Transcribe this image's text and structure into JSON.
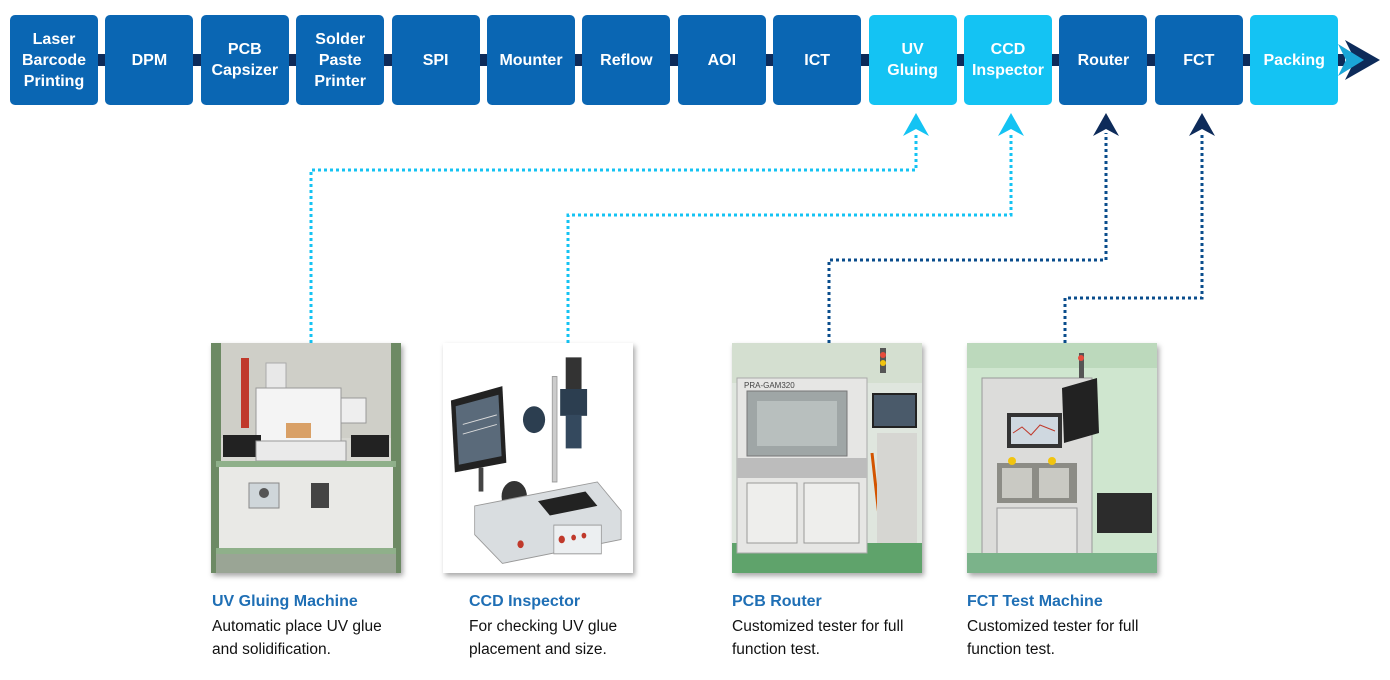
{
  "colors": {
    "dark": "#0a66b3",
    "light": "#14c3f3",
    "arrow_bar": "#0d2b5a"
  },
  "steps": [
    {
      "label": "Laser\nBarcode\nPrinting",
      "tone": "dark"
    },
    {
      "label": "DPM",
      "tone": "dark"
    },
    {
      "label": "PCB\nCapsizer",
      "tone": "dark"
    },
    {
      "label": "Solder\nPaste\nPrinter",
      "tone": "dark"
    },
    {
      "label": "SPI",
      "tone": "dark"
    },
    {
      "label": "Mounter",
      "tone": "dark"
    },
    {
      "label": "Reflow",
      "tone": "dark"
    },
    {
      "label": "AOI",
      "tone": "dark"
    },
    {
      "label": "ICT",
      "tone": "dark"
    },
    {
      "label": "UV\nGluing",
      "tone": "light"
    },
    {
      "label": "CCD\nInspector",
      "tone": "light"
    },
    {
      "label": "Router",
      "tone": "dark"
    },
    {
      "label": "FCT",
      "tone": "dark"
    },
    {
      "label": "Packing",
      "tone": "light"
    }
  ],
  "machines": [
    {
      "title": "UV Gluing Machine",
      "desc": "Automatic place UV glue\nand  solidification.",
      "step": "UV\nGluing",
      "tone": "light"
    },
    {
      "title": "CCD Inspector",
      "desc": "For checking UV glue\nplacement and size.",
      "step": "CCD\nInspector",
      "tone": "light"
    },
    {
      "title": "PCB Router",
      "desc": "Customized tester for full\nfunction test.",
      "step": "Router",
      "tone": "dark"
    },
    {
      "title": "FCT Test Machine",
      "desc": "Customized tester for full\nfunction test.",
      "step": "FCT",
      "tone": "dark"
    }
  ],
  "images": {
    "router_label": "PRA-GAM320"
  }
}
